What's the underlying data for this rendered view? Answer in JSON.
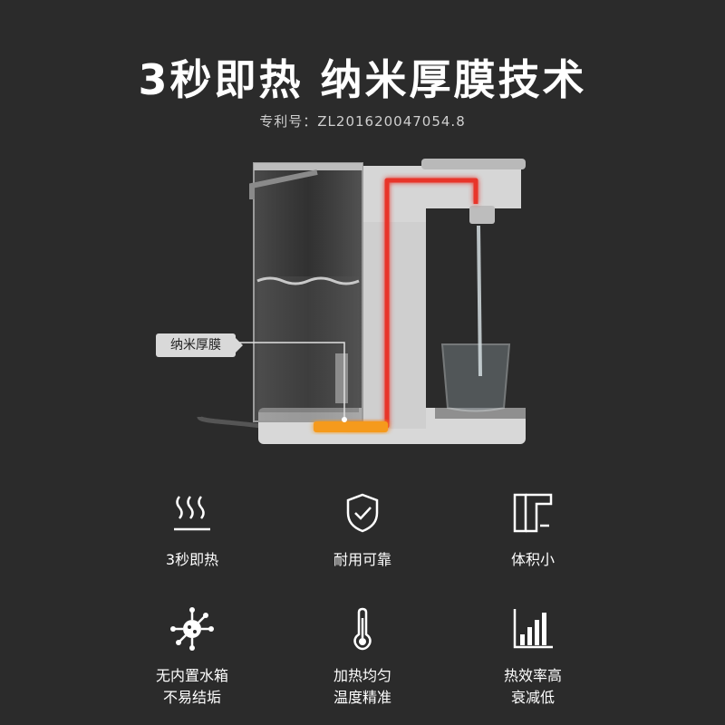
{
  "headline": "3秒即热  纳米厚膜技术",
  "patent": "专利号：ZL201620047054.8",
  "callout": "纳米厚膜",
  "features": [
    {
      "icon": "heat-waves-icon",
      "line1": "3秒即热",
      "line2": ""
    },
    {
      "icon": "shield-check-icon",
      "line1": "耐用可靠",
      "line2": ""
    },
    {
      "icon": "compact-size-icon",
      "line1": "体积小",
      "line2": ""
    },
    {
      "icon": "bacteria-icon",
      "line1": "无内置水箱",
      "line2": "不易结垢"
    },
    {
      "icon": "thermometer-icon",
      "line1": "加热均匀",
      "line2": "温度精准"
    },
    {
      "icon": "bar-chart-icon",
      "line1": "热效率高",
      "line2": "衰减低"
    }
  ],
  "colors": {
    "background": "#2b2b2b",
    "heating_path_red": "#e8342c",
    "heating_element_orange": "#f59a1b",
    "cold_inlet_blue": "#3b4cff"
  }
}
